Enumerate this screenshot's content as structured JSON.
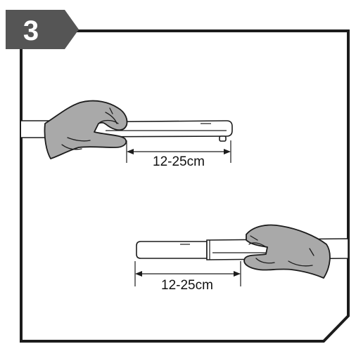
{
  "step": {
    "number": "3",
    "badge_color": "#555555"
  },
  "measurements": {
    "top_label": "12-25cm",
    "bottom_label": "12-25cm"
  },
  "colors": {
    "stroke": "#1c1c1c",
    "glove": "#a9a9a9",
    "background": "#ffffff"
  }
}
